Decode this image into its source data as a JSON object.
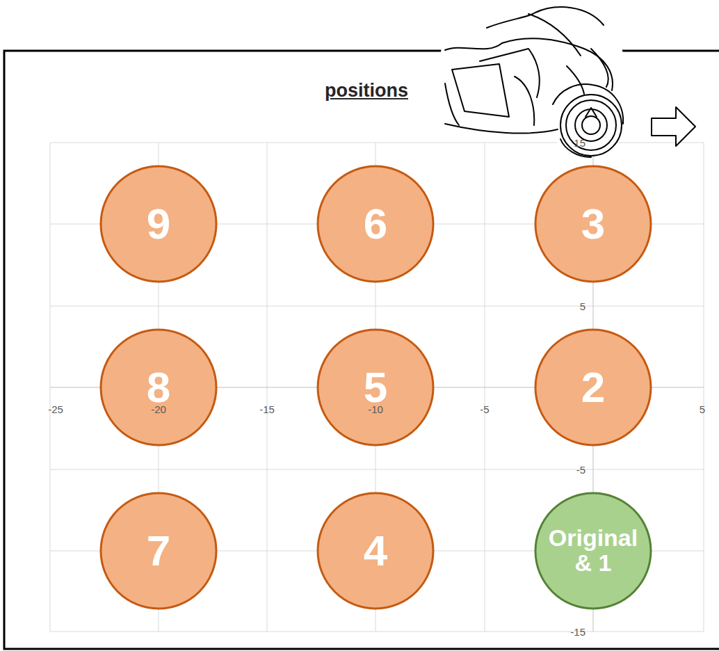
{
  "diagram": {
    "title": "positions",
    "nodes": [
      {
        "text": [
          "9"
        ]
      },
      {
        "text": [
          "6"
        ]
      },
      {
        "text": [
          "3"
        ]
      },
      {
        "text": [
          "8"
        ]
      },
      {
        "text": [
          "5"
        ]
      },
      {
        "text": [
          "2"
        ]
      },
      {
        "text": [
          "7"
        ]
      },
      {
        "text": [
          "4"
        ]
      },
      {
        "text": [
          "Original & 1"
        ]
      }
    ],
    "labels": [
      "15",
      "5",
      "-25",
      "-20",
      "-15",
      "-10",
      "-5",
      "5",
      "-5",
      "-15"
    ]
  }
}
